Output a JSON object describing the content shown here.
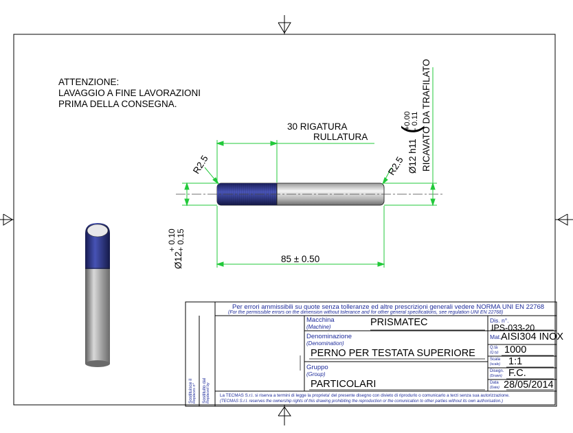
{
  "note": {
    "line1": "ATTENZIONE:",
    "line2": "LAVAGGIO A FINE LAVORAZIONI",
    "line3": "PRIMA DELLA CONSEGNA."
  },
  "dims": {
    "knurl_line1": "30 RIGATURA",
    "knurl_line2": "RULLATURA",
    "radius_left": "R2.5",
    "radius_right": "R2.5",
    "dia_right": "Ø12 h11",
    "tol_right_upper": "+0.00",
    "tol_right_lower": "- 0.11",
    "from_drawn": "RICAVATO DA TRAFILATO",
    "dia_left": "Ø12",
    "tol_left_upper": "+ 0.10",
    "tol_left_lower": "+ 0.15",
    "length": "85 ± 0.50"
  },
  "title_block": {
    "tolerance_note": "Per errori ammissibili su quote senza tolleranze ed altre prescrizioni generali vedere NORMA UNI EN 22768",
    "tolerance_note_en": "(For the permissible errors on the dimension without tolerance and for other general specifications, see regulation UNI EN 22768)",
    "side_label1": "Sostituisce il",
    "side_label1_en": "Replaces n°",
    "side_label2": "Sostituito dal",
    "side_label2_en": "Replaced by",
    "machine_label": "Macchina",
    "machine_label_en": "(Machine)",
    "machine_value": "PRISMATEC",
    "denomination_label": "Denominazione",
    "denomination_label_en": "(Denomination)",
    "denomination_value": "PERNO PER TESTATA SUPERIORE",
    "group_label": "Gruppo",
    "group_label_en": "(Group)",
    "group_value": "PARTICOLARI",
    "dis_label": "Dis. n°.",
    "dis_value": "IPS-033-20",
    "mat_label": "Mat.",
    "mat_value": "AISI304 INOX",
    "qty_label": "Q.tà",
    "qty_label_en": "(Q.ty)",
    "qty_value": "1000",
    "scale_label": "Scala",
    "scale_label_en": "(scale)",
    "scale_value": "1:1",
    "drawn_label": "Disegn.",
    "drawn_label_en": "(Drawn)",
    "drawn_value": "F.C.",
    "date_label": "Data",
    "date_label_en": "(Date)",
    "date_value": "28/05/2014",
    "ownership": "La TECMAS S.r.l. si riserva a termini di legge la proprieta' del presente disegno con divieto di riprodurlo o comunicarlo a terzi senza sua autorizzazione.",
    "ownership_en": "(TECMAS S.r.l. reserves the ownership rights of this drawing prohibiting the reproduction or the comunication to other parties without its own authorisation.)"
  },
  "colors": {
    "dimension": "#22c93a",
    "knurl": "#2b2f86",
    "title_text": "#1d2b9a"
  }
}
